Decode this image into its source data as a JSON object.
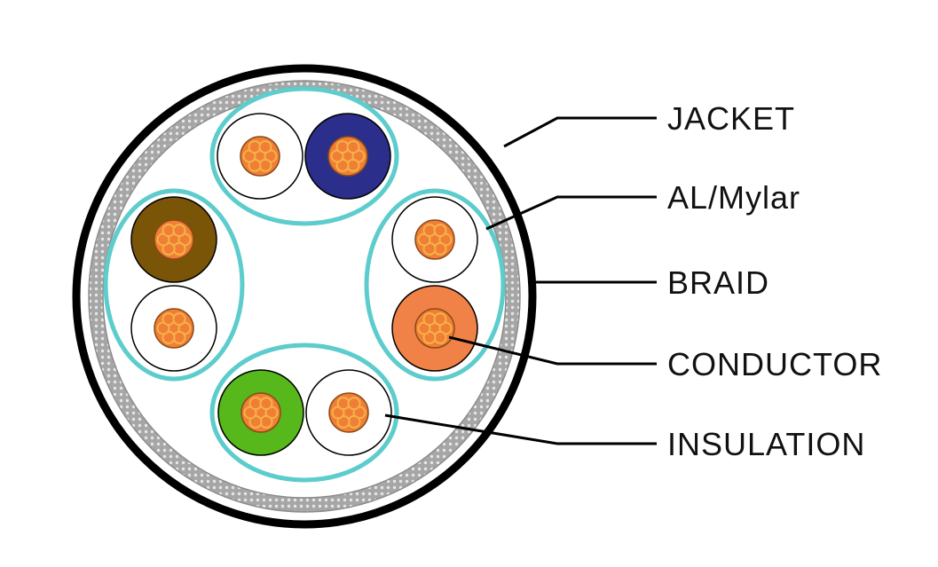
{
  "labels": {
    "jacket": "JACKET",
    "al_mylar": "AL/Mylar",
    "braid": "BRAID",
    "conductor": "CONDUCTOR",
    "insulation": "INSULATION"
  },
  "colors": {
    "jacket": "#000000",
    "braid_fill": "#a6a6a6",
    "braid_mesh": "#e6e6e6",
    "shield": "#5ccccc",
    "conductor": "#f07f35",
    "conductor_strand": "#f5b24a",
    "pair_blue": "#2b2e8a",
    "pair_brown": "#7a5407",
    "pair_orange": "#f08248",
    "pair_green": "#56b81a",
    "white": "#ffffff",
    "leader": "#000000"
  },
  "pairs": [
    {
      "name": "blue-pair",
      "colored_insulation": "pair_blue"
    },
    {
      "name": "brown-pair",
      "colored_insulation": "pair_brown"
    },
    {
      "name": "orange-pair",
      "colored_insulation": "pair_orange"
    },
    {
      "name": "green-pair",
      "colored_insulation": "pair_green"
    }
  ]
}
